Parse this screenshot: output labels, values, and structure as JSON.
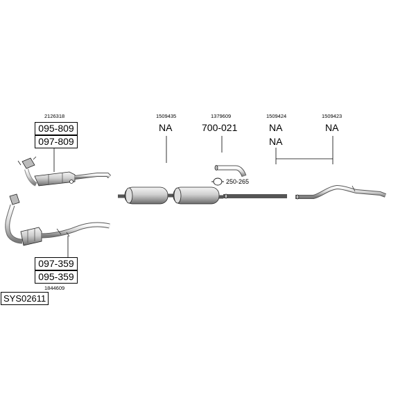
{
  "kit_code": "SYS02611",
  "callouts": {
    "cat_upper": {
      "ref": "2126318",
      "codes": [
        "095-809",
        "097-809"
      ]
    },
    "cat_lower": {
      "ref": "1844609",
      "codes": [
        "097-359",
        "095-359"
      ]
    },
    "front_silencer": {
      "ref": "1509435",
      "code": "NA"
    },
    "connecting_pipe": {
      "ref": "1379609",
      "code": "700-021",
      "clamp": "250-265"
    },
    "middle_pipe": {
      "ref": "1509424",
      "codes": [
        "NA",
        "NA"
      ]
    },
    "tail_pipe": {
      "ref": "1509423",
      "code": "NA"
    }
  }
}
